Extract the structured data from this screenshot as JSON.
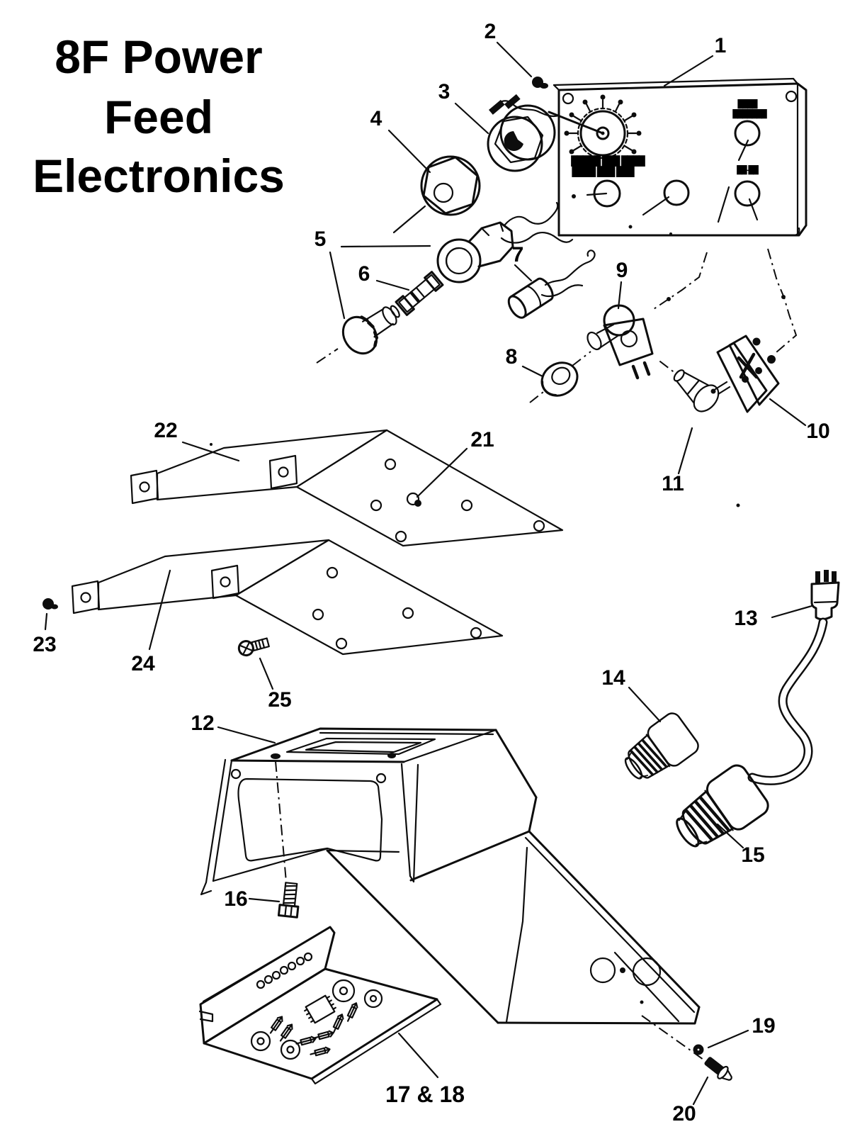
{
  "title": {
    "line1": "8F Power",
    "line2": "Feed",
    "line3": "Electronics"
  },
  "panel": {
    "dial_caption_line1": "█████ ███ ████",
    "dial_caption_line2": "████ ███ ███",
    "right_caption_line1": "████",
    "right_caption_line2": "███████",
    "switch_caption": "██-██"
  },
  "labels": {
    "p1": "1",
    "p2": "2",
    "p3": "3",
    "p4": "4",
    "p5": "5",
    "p6": "6",
    "p7": "7",
    "p8": "8",
    "p9": "9",
    "p10": "10",
    "p11": "11",
    "p12": "12",
    "p13": "13",
    "p14": "14",
    "p15": "15",
    "p16": "16",
    "p17_18": "17 & 18",
    "p19": "19",
    "p20": "20",
    "p21": "21",
    "p22": "22",
    "p23": "23",
    "p24": "24",
    "p25": "25"
  }
}
